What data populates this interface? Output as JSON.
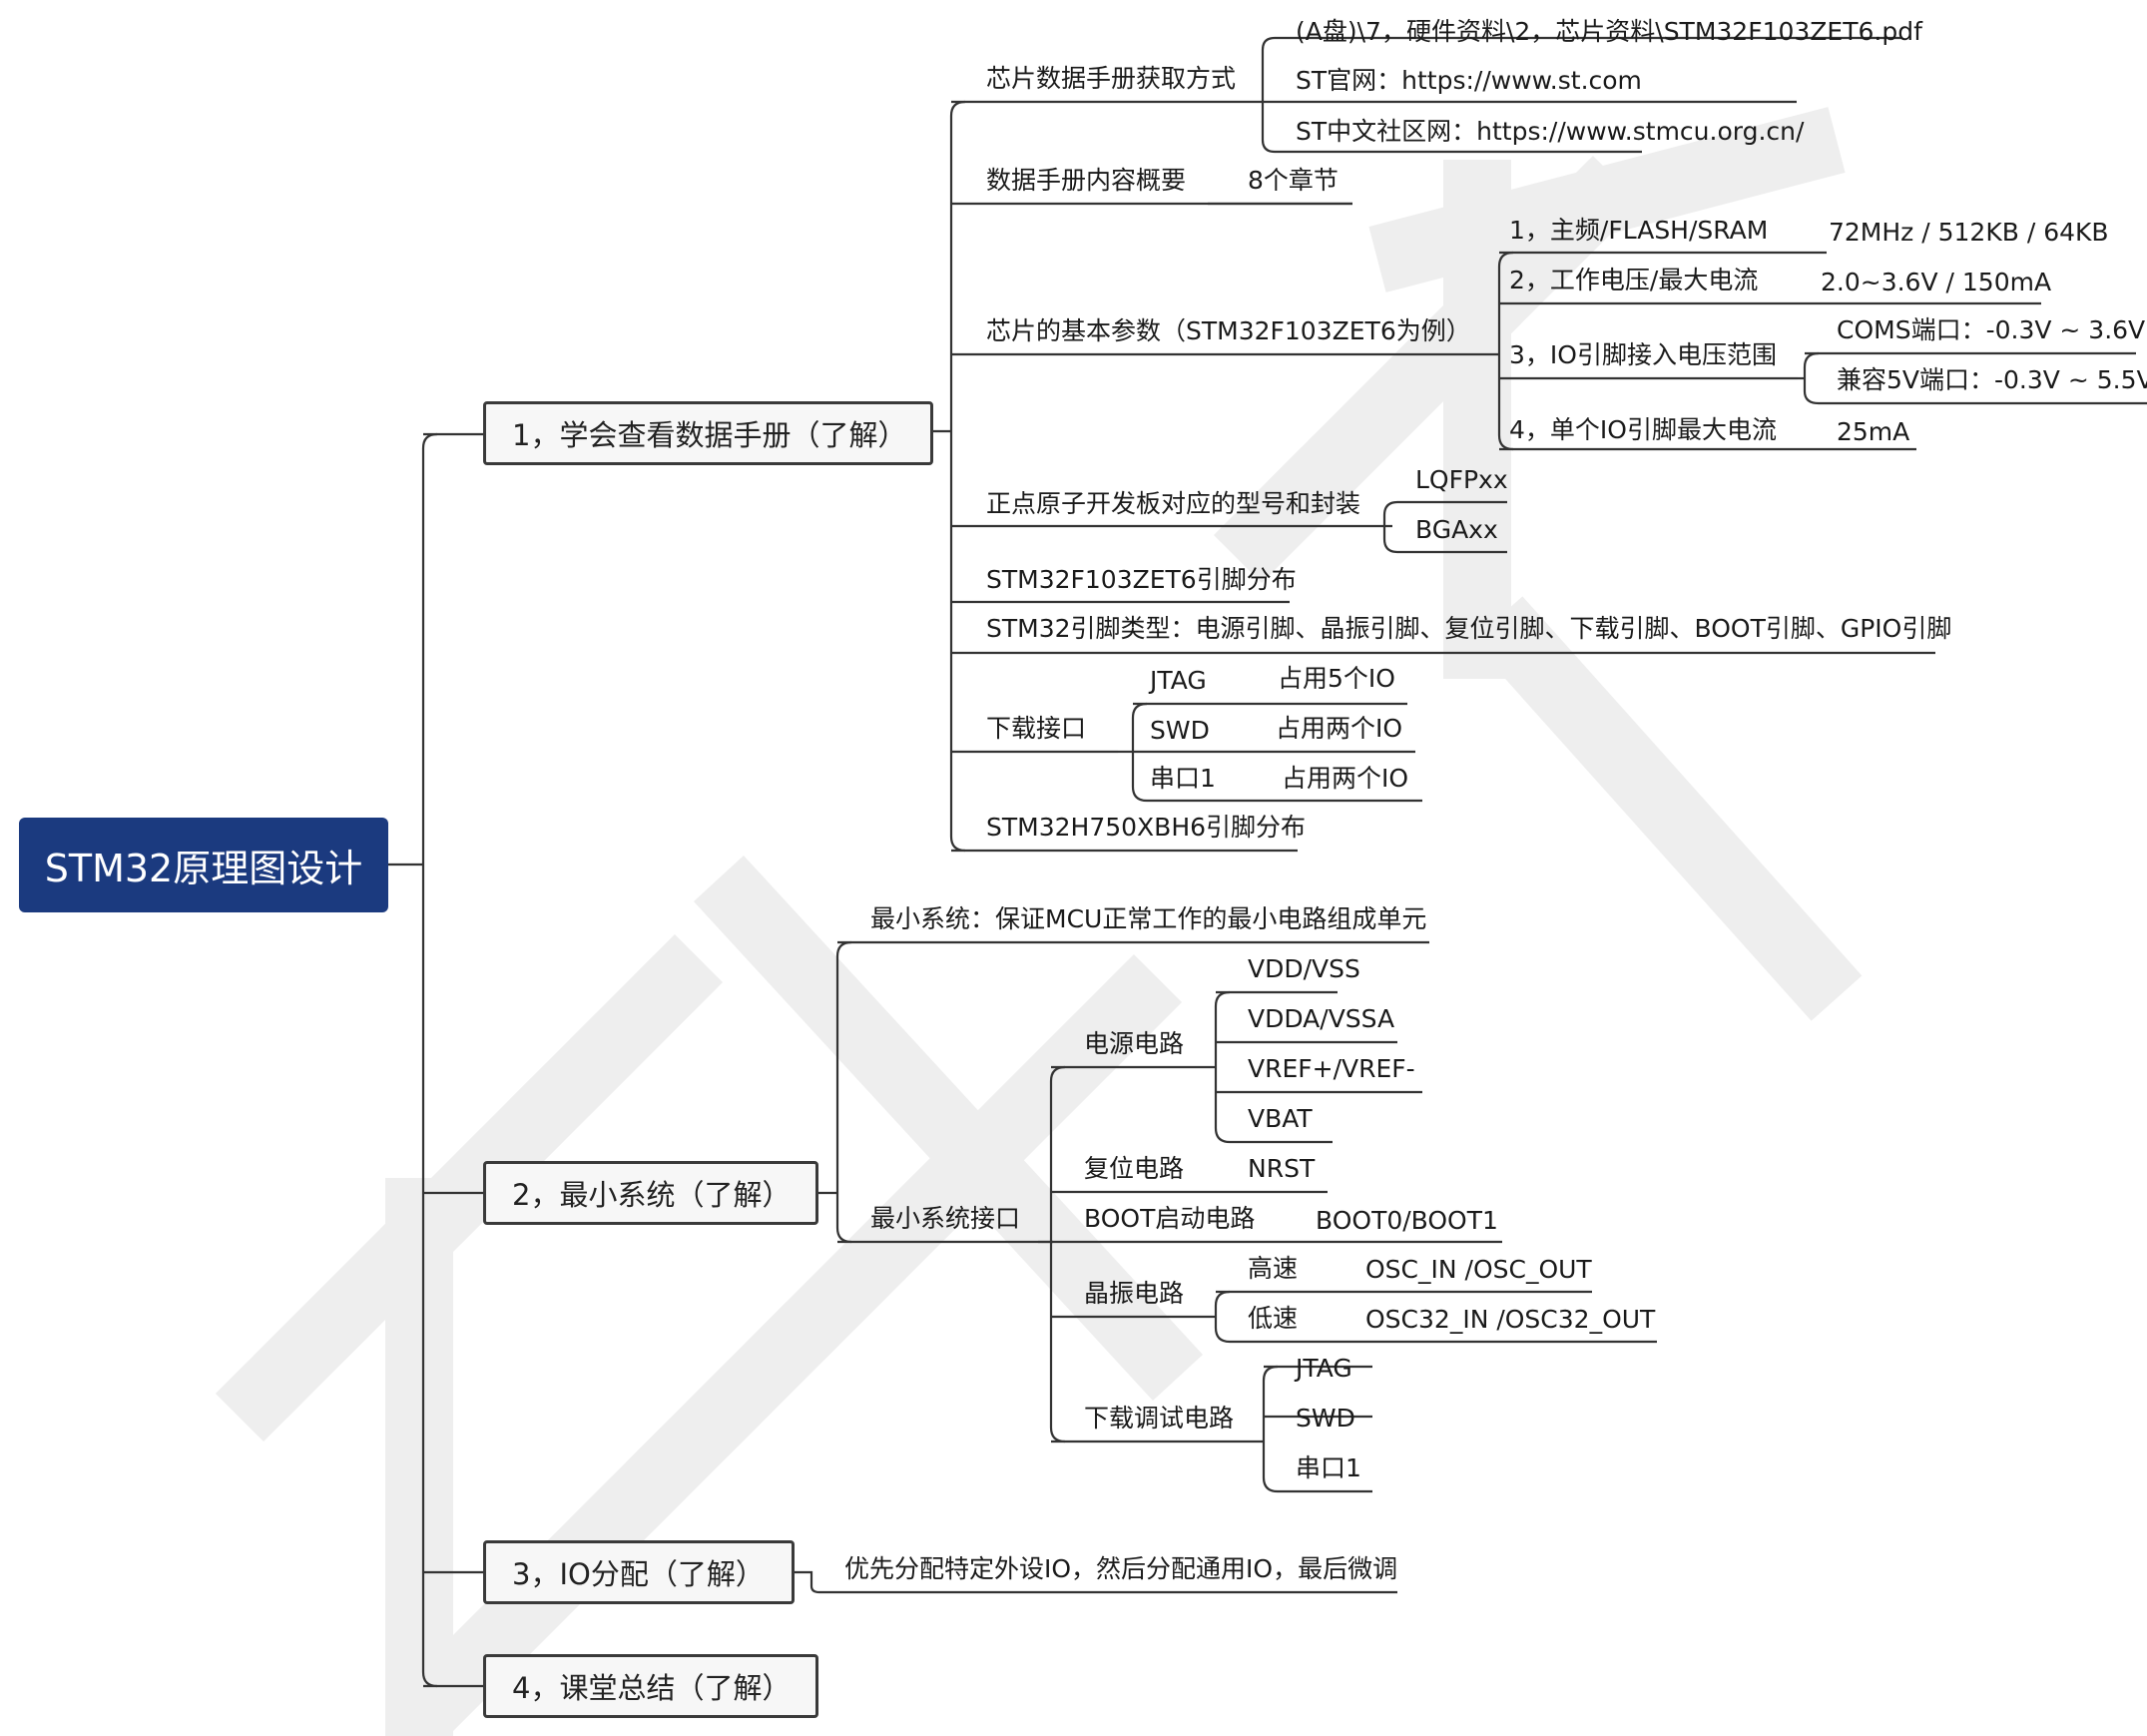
{
  "root": {
    "label": "STM32原理图设计"
  },
  "section1": {
    "label": "1，学会查看数据手册（了解）",
    "datasheet_source": {
      "label": "芯片数据手册获取方式",
      "items": [
        "(A盘)\\7，硬件资料\\2，芯片资料\\STM32F103ZET6.pdf",
        "ST官网：https://www.st.com",
        "ST中文社区网：https://www.stmcu.org.cn/"
      ]
    },
    "overview": {
      "label": "数据手册内容概要",
      "value": "8个章节"
    },
    "params": {
      "label": "芯片的基本参数（STM32F103ZET6为例）",
      "p1": {
        "label": "1，主频/FLASH/SRAM",
        "value": "72MHz / 512KB / 64KB"
      },
      "p2": {
        "label": "2，工作电压/最大电流",
        "value": "2.0~3.6V / 150mA"
      },
      "p3": {
        "label": "3，IO引脚接入电压范围",
        "values": [
          "COMS端口：-0.3V ~ 3.6V",
          "兼容5V端口：-0.3V ~ 5.5V"
        ]
      },
      "p4": {
        "label": "4，单个IO引脚最大电流",
        "value": "25mA"
      }
    },
    "package": {
      "label": "正点原子开发板对应的型号和封装",
      "items": [
        "LQFPxx",
        "BGAxx"
      ]
    },
    "pinout_f1": "STM32F103ZET6引脚分布",
    "pin_types": "STM32引脚类型：电源引脚、晶振引脚、复位引脚、下载引脚、BOOT引脚、GPIO引脚",
    "download": {
      "label": "下载接口",
      "rows": [
        {
          "name": "JTAG",
          "value": "占用5个IO"
        },
        {
          "name": "SWD",
          "value": "占用两个IO"
        },
        {
          "name": "串口1",
          "value": "占用两个IO"
        }
      ]
    },
    "pinout_h7": "STM32H750XBH6引脚分布"
  },
  "section2": {
    "label": "2，最小系统（了解）",
    "definition": "最小系统：保证MCU正常工作的最小电路组成单元",
    "interface": {
      "label": "最小系统接口",
      "power": {
        "label": "电源电路",
        "items": [
          "VDD/VSS",
          "VDDA/VSSA",
          "VREF+/VREF-",
          "VBAT"
        ]
      },
      "reset": {
        "label": "复位电路",
        "value": "NRST"
      },
      "boot": {
        "label": "BOOT启动电路",
        "value": "BOOT0/BOOT1"
      },
      "osc": {
        "label": "晶振电路",
        "rows": [
          {
            "name": "高速",
            "value": "OSC_IN /OSC_OUT"
          },
          {
            "name": "低速",
            "value": "OSC32_IN /OSC32_OUT"
          }
        ]
      },
      "debug": {
        "label": "下载调试电路",
        "items": [
          "JTAG",
          "SWD",
          "串口1"
        ]
      }
    }
  },
  "section3": {
    "label": "3，IO分配（了解）",
    "text": "优先分配特定外设IO，然后分配通用IO，最后微调"
  },
  "section4": {
    "label": "4，课堂总结（了解）"
  },
  "colors": {
    "root_fill": "#1b3a7f",
    "box_border": "#3a3a3a",
    "line": "#333333",
    "watermark": "#ececec"
  }
}
